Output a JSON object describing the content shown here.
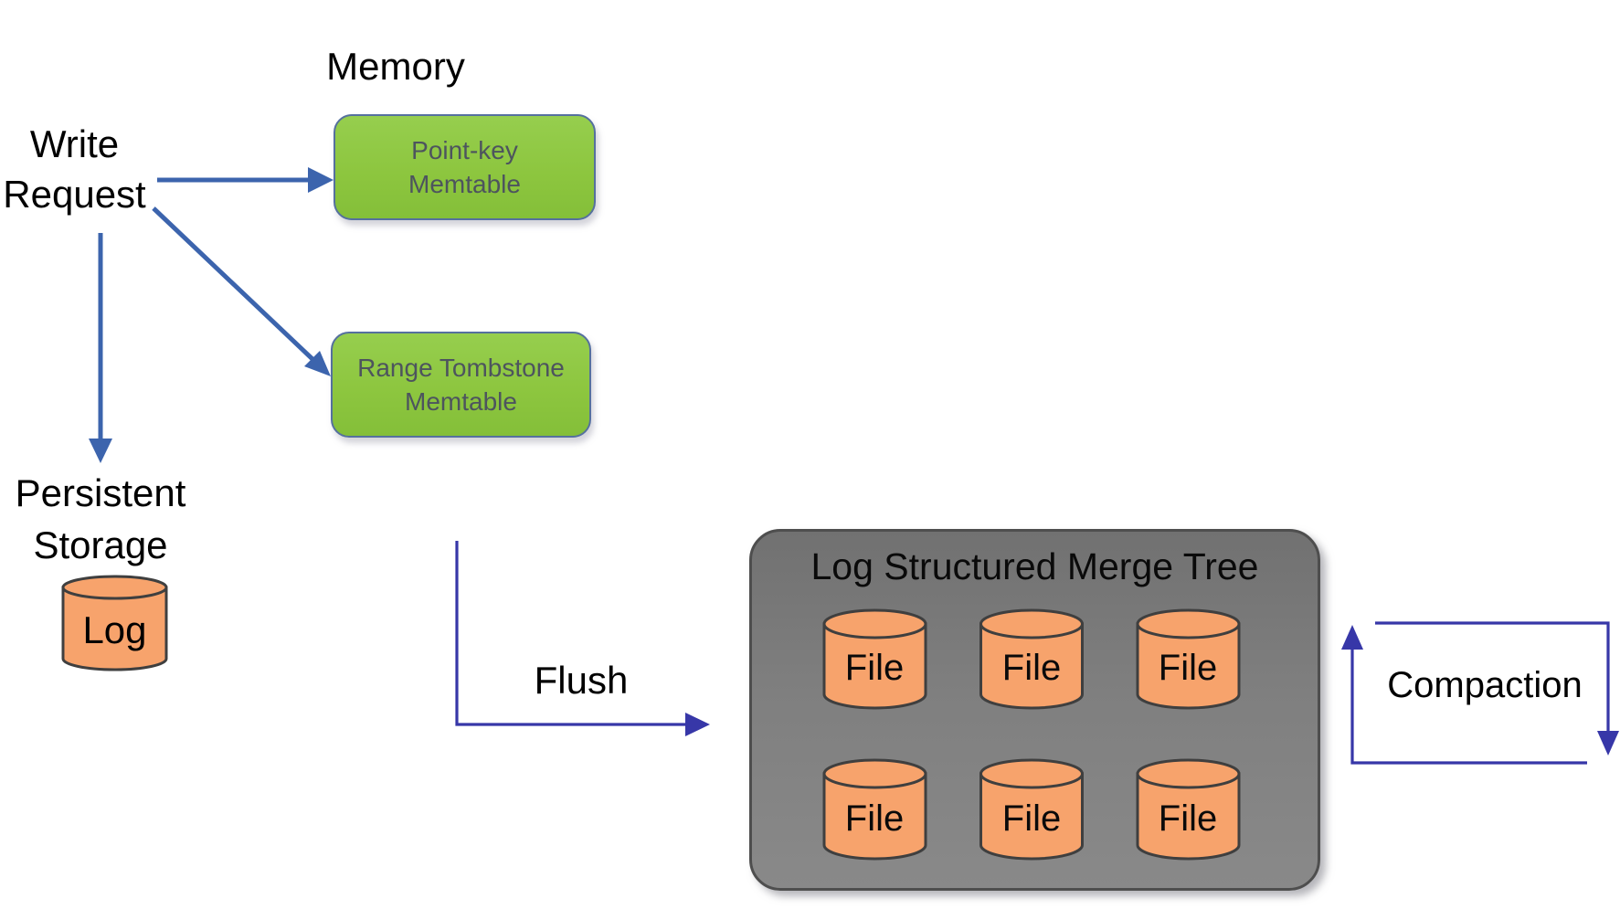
{
  "labels": {
    "memory": "Memory",
    "write_request": "Write\nRequest",
    "persistent_storage": "Persistent\nStorage",
    "log": "Log",
    "flush": "Flush",
    "compaction": "Compaction"
  },
  "memtables": [
    {
      "label": "Point-key\nMemtable"
    },
    {
      "label": "Range Tombstone\nMemtable"
    }
  ],
  "lsm": {
    "title": "Log Structured Merge Tree",
    "file_label": "File",
    "file_count": 6
  },
  "colors": {
    "label_text": "#000000",
    "memtable_fill": "#8dc63f",
    "memtable_border": "#55709e",
    "memtable_text": "#4d545e",
    "cylinder_fill": "#f7a36c",
    "cylinder_stroke": "#3f3f3f",
    "lsm_box_fill": "#7f7f7f",
    "lsm_box_border": "#4e4e4e",
    "write_arrow": "#3c64ad",
    "flow_arrow": "#3737a8"
  }
}
